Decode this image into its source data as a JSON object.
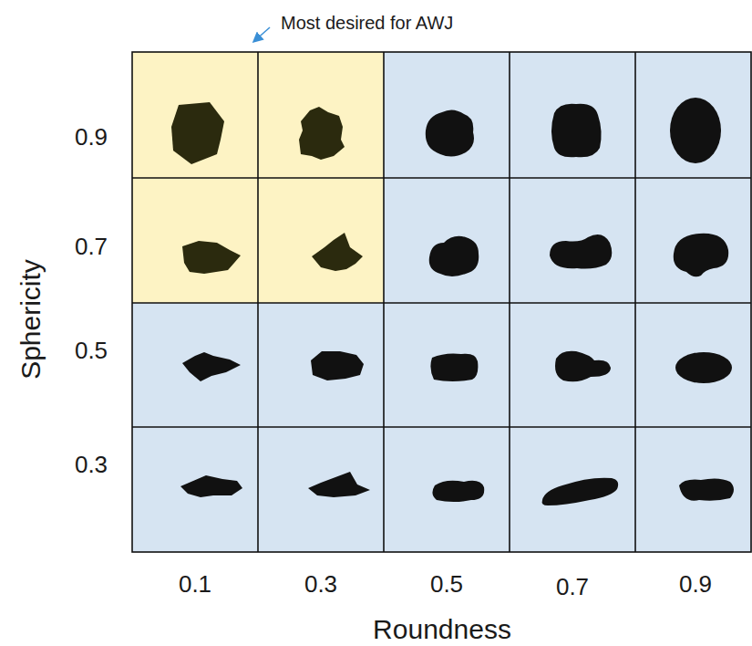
{
  "diagram": {
    "labels": [
      "Most desired for AWJ",
      "Sphericity",
      "0.9",
      "0.7",
      "0.5",
      "0.3",
      "0.1",
      "0.3",
      "0.5",
      "0.7",
      "0.9",
      "Roundness"
    ]
  }
}
